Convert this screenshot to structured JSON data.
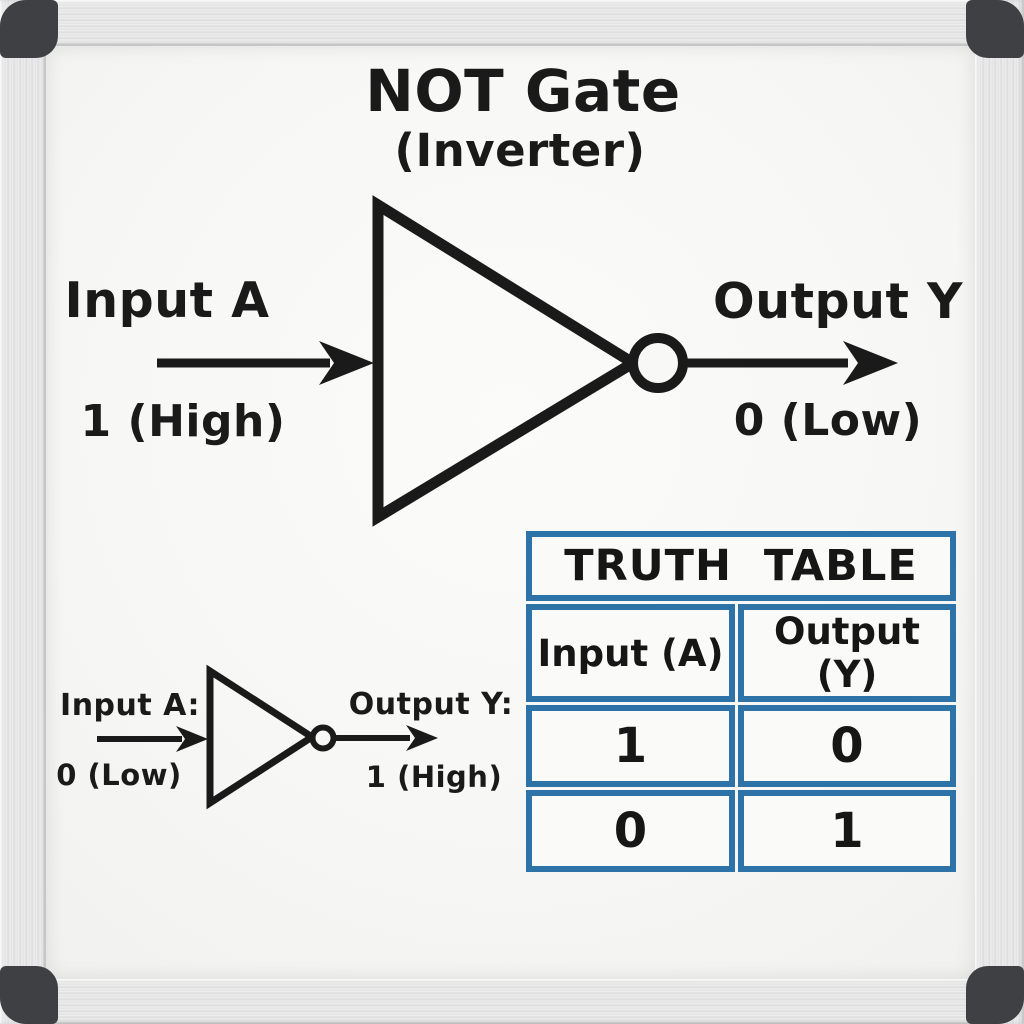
{
  "title": {
    "main": "NOT Gate",
    "sub": "(Inverter)"
  },
  "main_gate": {
    "input_label": "Input A",
    "input_value": "1 (High)",
    "output_label": "Output Y",
    "output_value": "0 (Low)"
  },
  "small_gate": {
    "input_label": "Input A:",
    "input_value": "0 (Low)",
    "output_label": "Output Y:",
    "output_value": "1 (High)"
  },
  "truth_table": {
    "title": "TRUTH TABLE",
    "headers": [
      "Input (A)",
      "Output (Y)"
    ],
    "rows": [
      [
        "1",
        "0"
      ],
      [
        "0",
        "1"
      ]
    ]
  },
  "colors": {
    "ink": "#1a1a1a",
    "table_border": "#2e73a8",
    "board_surface": "#f8f8f6",
    "frame_cap": "#3f4043"
  }
}
